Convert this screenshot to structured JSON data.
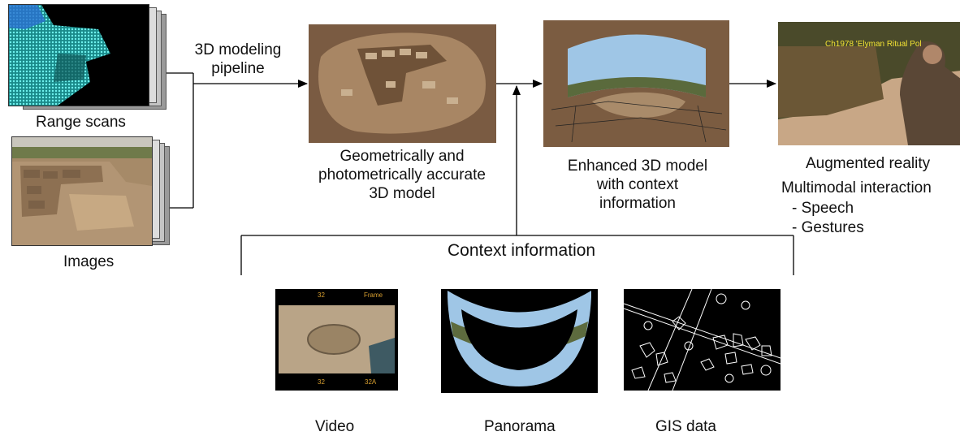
{
  "inputs": {
    "range_scans_label": "Range scans",
    "images_label": "Images"
  },
  "pipeline": {
    "label_line1": "3D modeling",
    "label_line2": "pipeline"
  },
  "model": {
    "caption_line1": "Geometrically and",
    "caption_line2": "photometrically accurate",
    "caption_line3": "3D model"
  },
  "enhanced": {
    "caption_line1": "Enhanced 3D model",
    "caption_line2": "with context",
    "caption_line3": "information"
  },
  "ar": {
    "caption": "Augmented reality",
    "overlay_text": "Ch1978 'Elyman Ritual Pol",
    "interaction_title": "Multimodal interaction",
    "interaction_items": [
      "- Speech",
      "- Gestures"
    ]
  },
  "context": {
    "title": "Context information",
    "sources": [
      {
        "label": "Video",
        "frame_top_left": "32",
        "frame_top_right": "Frame",
        "frame_bottom_left": "32",
        "frame_bottom_right": "32A"
      },
      {
        "label": "Panorama"
      },
      {
        "label": "GIS data"
      }
    ]
  },
  "colors": {
    "line": "#000000",
    "scan_cyan": "#2fd6d2",
    "earth": "#8a6e52",
    "sky": "#9fc6e6"
  }
}
